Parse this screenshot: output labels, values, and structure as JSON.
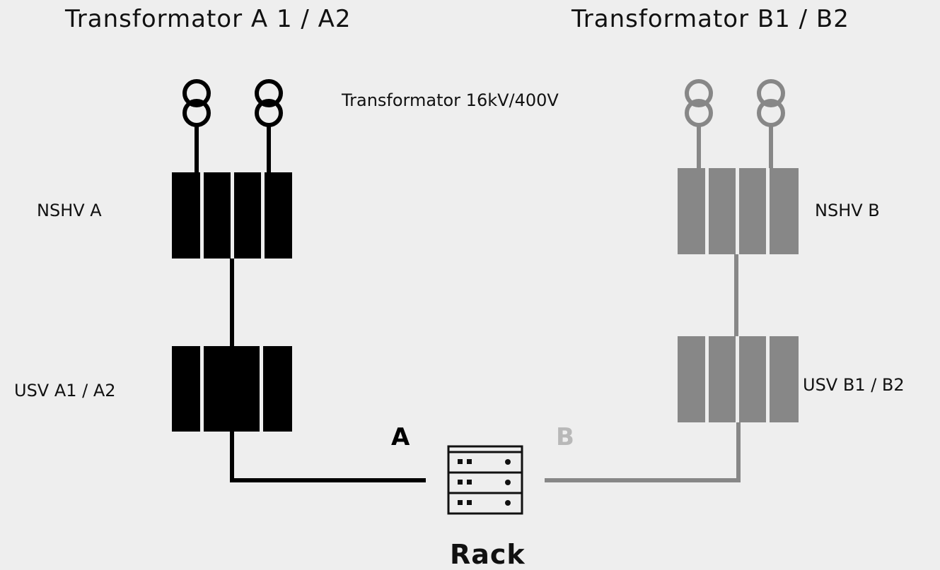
{
  "titles": {
    "left": "Transformator A 1 / A2",
    "right": "Transformator B1 / B2"
  },
  "transformer_label": "Transformator 16kV/400V",
  "labels": {
    "nshv_a": "NSHV A",
    "nshv_b": "NSHV B",
    "usv_a": "USV A1 / A2",
    "usv_b": "USV B1 / B2",
    "feed_a": "A",
    "feed_b": "B",
    "rack": "Rack"
  },
  "colors": {
    "background": "#eeeeee",
    "path_a": "#000000",
    "path_b": "#878787",
    "feed_b_label": "#b8b8b8"
  },
  "icons": {
    "transformer": "transformer-symbol-icon",
    "rack": "server-rack-icon"
  }
}
